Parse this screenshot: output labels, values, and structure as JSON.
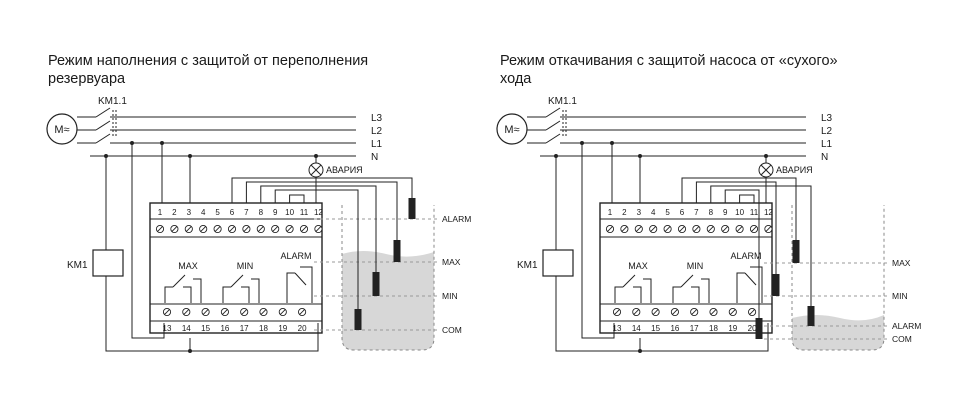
{
  "diagrams": [
    {
      "title_line1": "Режим наполнения с защитой от переполнения",
      "title_line2": "резервуара",
      "motor": "M≈",
      "switch": "KM1.1",
      "lines": [
        "L3",
        "L2",
        "L1",
        "N"
      ],
      "alarm_lamp": "АВАРИЯ",
      "contactor": "KM1",
      "top_terminals": [
        "1",
        "2",
        "3",
        "4",
        "5",
        "6",
        "7",
        "8",
        "9",
        "10",
        "11",
        "12"
      ],
      "bottom_terminals": [
        "13",
        "14",
        "15",
        "16",
        "17",
        "18",
        "19",
        "20"
      ],
      "relays": [
        "MAX",
        "MIN",
        "ALARM"
      ],
      "levels": [
        "ALARM",
        "MAX",
        "MIN",
        "COM"
      ]
    },
    {
      "title_line1": "Режим откачивания с защитой насоса от «сухого»",
      "title_line2": "хода",
      "motor": "M≈",
      "switch": "KM1.1",
      "lines": [
        "L3",
        "L2",
        "L1",
        "N"
      ],
      "alarm_lamp": "АВАРИЯ",
      "contactor": "KM1",
      "top_terminals": [
        "1",
        "2",
        "3",
        "4",
        "5",
        "6",
        "7",
        "8",
        "9",
        "10",
        "11",
        "12"
      ],
      "bottom_terminals": [
        "13",
        "14",
        "15",
        "16",
        "17",
        "18",
        "19",
        "20"
      ],
      "relays": [
        "MAX",
        "MIN",
        "ALARM"
      ],
      "levels": [
        "MAX",
        "MIN",
        "ALARM",
        "COM"
      ]
    }
  ]
}
